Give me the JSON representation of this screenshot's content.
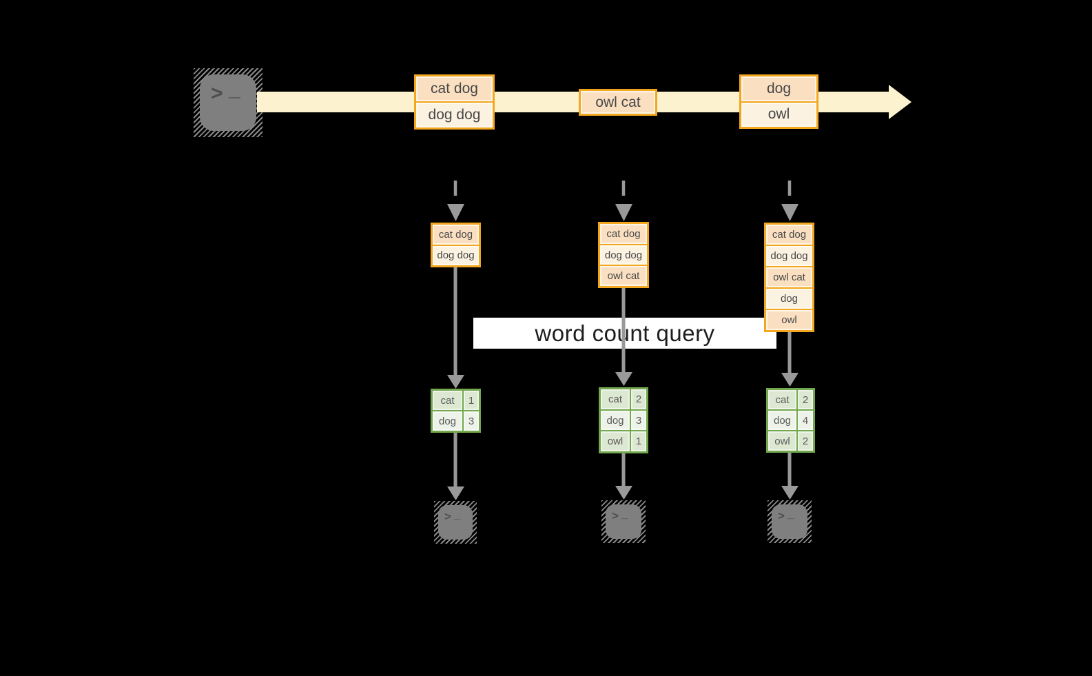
{
  "palette": {
    "background": "#000000",
    "band": "#FCF2CF",
    "gold": "#F2A71E",
    "peach": "#FAE0C1",
    "cream": "#FCF2E2",
    "green": "#73A94E",
    "green-dark": "#DDE8D2",
    "green-light": "#EEF3E9",
    "arrow": "#999999",
    "terminal": "#7F7F7F",
    "label-bg": "#FFFFFF",
    "text": "#474747"
  },
  "icons": {
    "prompt": ">",
    "cursor": "_"
  },
  "query_label": "word count query",
  "stream": {
    "batches": [
      {
        "lines": [
          "cat dog",
          "dog dog"
        ]
      },
      {
        "lines": [
          "owl cat"
        ]
      },
      {
        "lines": [
          "dog",
          "owl"
        ]
      }
    ]
  },
  "states": [
    {
      "lines": [
        "cat dog",
        "dog dog"
      ]
    },
    {
      "lines": [
        "cat dog",
        "dog dog",
        "owl cat"
      ]
    },
    {
      "lines": [
        "cat dog",
        "dog dog",
        "owl cat",
        "dog",
        "owl"
      ]
    }
  ],
  "results": [
    {
      "rows": [
        {
          "word": "cat",
          "count": "1"
        },
        {
          "word": "dog",
          "count": "3"
        }
      ]
    },
    {
      "rows": [
        {
          "word": "cat",
          "count": "2"
        },
        {
          "word": "dog",
          "count": "3"
        },
        {
          "word": "owl",
          "count": "1"
        }
      ]
    },
    {
      "rows": [
        {
          "word": "cat",
          "count": "2"
        },
        {
          "word": "dog",
          "count": "4"
        },
        {
          "word": "owl",
          "count": "2"
        }
      ]
    }
  ]
}
